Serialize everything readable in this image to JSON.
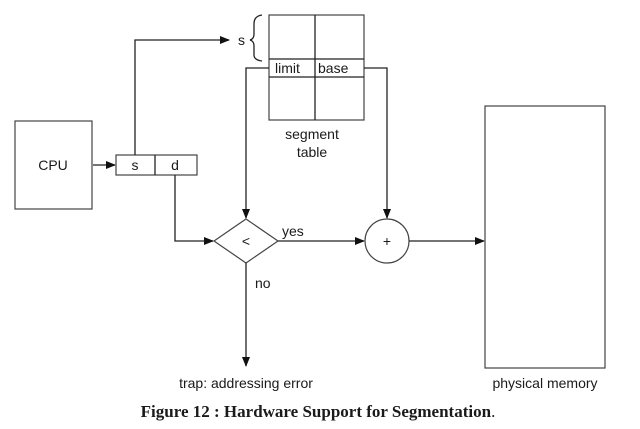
{
  "diagram": {
    "cpu_label": "CPU",
    "address": {
      "segment": "s",
      "offset": "d"
    },
    "segment_pointer_label": "s",
    "segment_table": {
      "columns": [
        "limit",
        "base"
      ],
      "caption_line1": "segment",
      "caption_line2": "table"
    },
    "comparator_symbol": "<",
    "adder_symbol": "+",
    "yes_label": "yes",
    "no_label": "no",
    "trap_label": "trap: addressing error",
    "memory_label": "physical memory"
  },
  "caption": {
    "main": "Figure 12 : Hardware Support for Segmentation",
    "trailing": "."
  }
}
